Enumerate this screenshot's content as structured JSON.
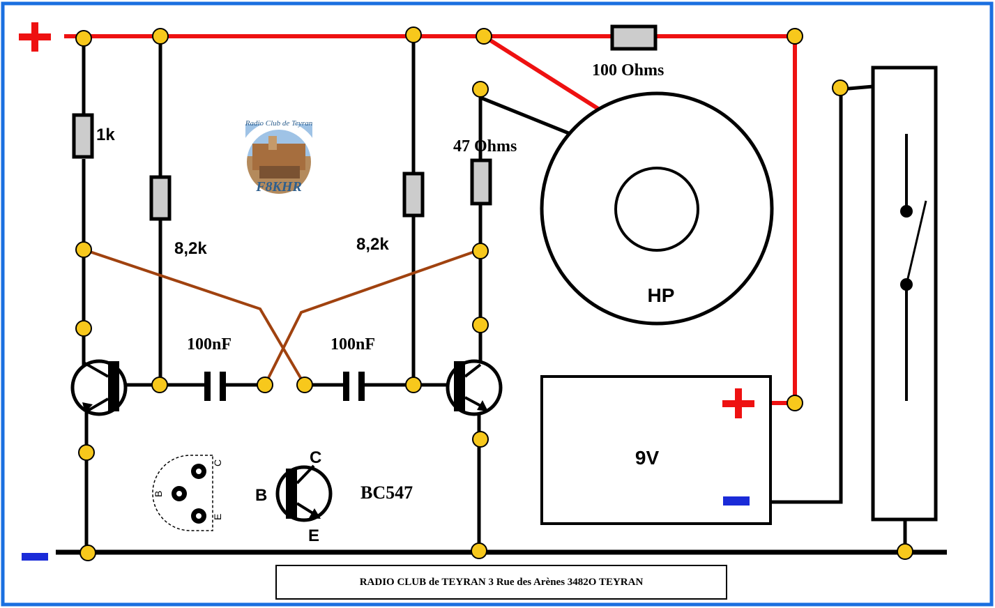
{
  "colors": {
    "frame": "#1a6fe0",
    "positive_rail": "#ee1111",
    "negative_marker": "#1a2bd8",
    "wire": "#000000",
    "cross_wire": "#a0420f",
    "node": "#f7c81c",
    "resistor": "#cccccc"
  },
  "rails": {
    "plus_sign": "+",
    "minus_sign": "−"
  },
  "components": {
    "r1_label": "1k",
    "r2_label": "8,2k",
    "r3_label": "8,2k",
    "r4_label": "47 Ohms",
    "r5_label": "100 Ohms",
    "c1_label": "100nF",
    "c2_label": "100nF",
    "speaker_label": "HP",
    "battery_label": "9V",
    "battery_plus": "+",
    "battery_minus": "−"
  },
  "pinout": {
    "pin_c": "C",
    "pin_b": "B",
    "pin_e": "E",
    "symbol_c": "C",
    "symbol_b": "B",
    "symbol_e": "E",
    "transistor_name": "BC547"
  },
  "logo": {
    "top_text": "Radio Club de Teyran",
    "callsign": "F8KHR"
  },
  "footer": {
    "text": "RADIO CLUB de TEYRAN 3 Rue des Arènes 3482O TEYRAN"
  }
}
